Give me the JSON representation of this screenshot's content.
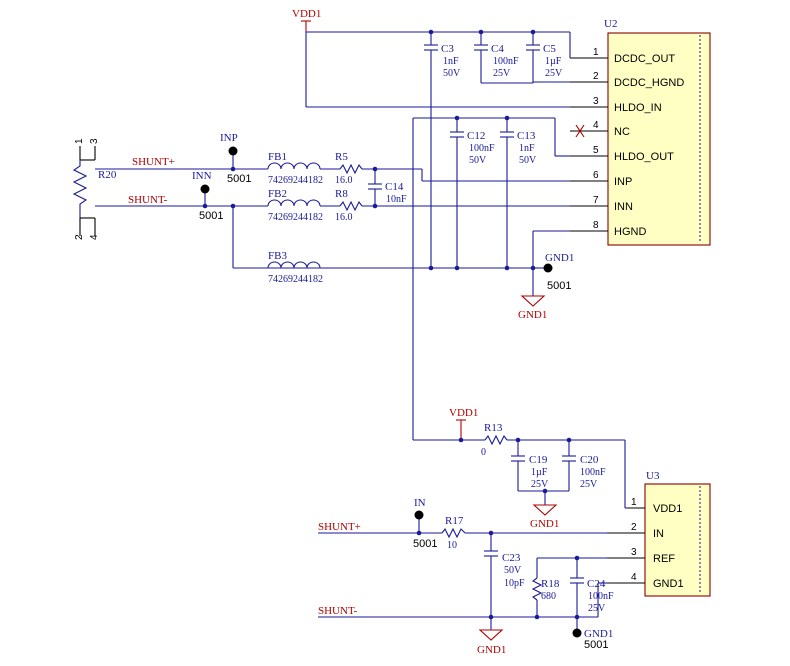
{
  "nets": {
    "vdd1_top": "VDD1",
    "vdd1_low": "VDD1",
    "shunt_plus_top": "SHUNT+",
    "shunt_minus_top": "SHUNT-",
    "shunt_plus_low": "SHUNT+",
    "shunt_minus_low": "SHUNT-",
    "gnd1_a": "GND1",
    "gnd1_b": "GND1",
    "gnd1_c": "GND1"
  },
  "testpoints": {
    "inp": {
      "label": "INP",
      "part": "5001"
    },
    "inn": {
      "label": "INN",
      "part": "5001"
    },
    "gnd1_top": {
      "label": "GND1",
      "part": "5001"
    },
    "in": {
      "label": "IN",
      "part": "5001"
    },
    "gnd1_low": {
      "label": "GND1",
      "part": "5001"
    }
  },
  "u2": {
    "designator": "U2",
    "pins": [
      {
        "num": "1",
        "name": "DCDC_OUT"
      },
      {
        "num": "2",
        "name": "DCDC_HGND"
      },
      {
        "num": "3",
        "name": "HLDO_IN"
      },
      {
        "num": "4",
        "name": "NC"
      },
      {
        "num": "5",
        "name": "HLDO_OUT"
      },
      {
        "num": "6",
        "name": "INP"
      },
      {
        "num": "7",
        "name": "INN"
      },
      {
        "num": "8",
        "name": "HGND"
      }
    ]
  },
  "u3": {
    "designator": "U3",
    "pins": [
      {
        "num": "1",
        "name": "VDD1"
      },
      {
        "num": "2",
        "name": "IN"
      },
      {
        "num": "3",
        "name": "REF"
      },
      {
        "num": "4",
        "name": "GND1"
      }
    ]
  },
  "r20": {
    "designator": "R20",
    "pins": [
      "1",
      "3",
      "2",
      "4"
    ]
  },
  "components": {
    "c3": {
      "ref": "C3",
      "v1": "1nF",
      "v2": "50V"
    },
    "c4": {
      "ref": "C4",
      "v1": "100nF",
      "v2": "25V"
    },
    "c5": {
      "ref": "C5",
      "v1": "1µF",
      "v2": "25V"
    },
    "c12": {
      "ref": "C12",
      "v1": "100nF",
      "v2": "50V"
    },
    "c13": {
      "ref": "C13",
      "v1": "1nF",
      "v2": "50V"
    },
    "c14": {
      "ref": "C14",
      "v1": "10nF"
    },
    "c19": {
      "ref": "C19",
      "v1": "1µF",
      "v2": "25V"
    },
    "c20": {
      "ref": "C20",
      "v1": "100nF",
      "v2": "25V"
    },
    "c23": {
      "ref": "C23",
      "v1": "50V",
      "v2": "10pF"
    },
    "c24": {
      "ref": "C24",
      "v1": "100nF",
      "v2": "25V"
    },
    "fb1": {
      "ref": "FB1",
      "v1": "74269244182"
    },
    "fb2": {
      "ref": "FB2",
      "v1": "74269244182"
    },
    "fb3": {
      "ref": "FB3",
      "v1": "74269244182"
    },
    "r5": {
      "ref": "R5",
      "v1": "16.0"
    },
    "r8": {
      "ref": "R8",
      "v1": "16.0"
    },
    "r13": {
      "ref": "R13",
      "v1": "0"
    },
    "r17": {
      "ref": "R17",
      "v1": "10"
    },
    "r18": {
      "ref": "R18",
      "v1": "680"
    }
  }
}
